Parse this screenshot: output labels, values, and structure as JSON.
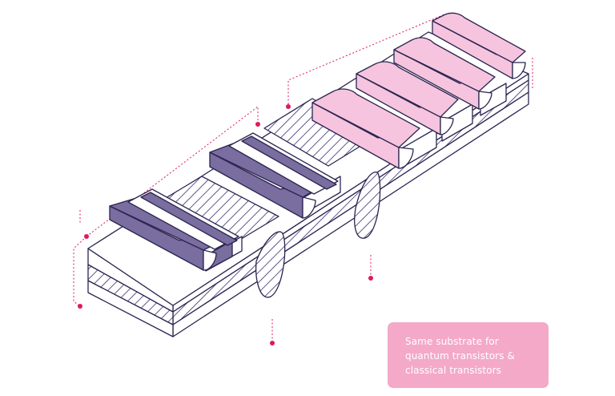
{
  "callout": {
    "lines": [
      "Same substrate for",
      "quantum transistors &",
      "classical transistors"
    ]
  },
  "colors": {
    "outline": "#2a2550",
    "accent": "#e0185e",
    "hatch": "#353071",
    "hatch_bg": "#ffffff",
    "classical_fill": "#7a6d9f",
    "quantum_fill": "#f6c4de",
    "callout_bg": "#f4a9c9",
    "callout_text": "#ffffff"
  }
}
